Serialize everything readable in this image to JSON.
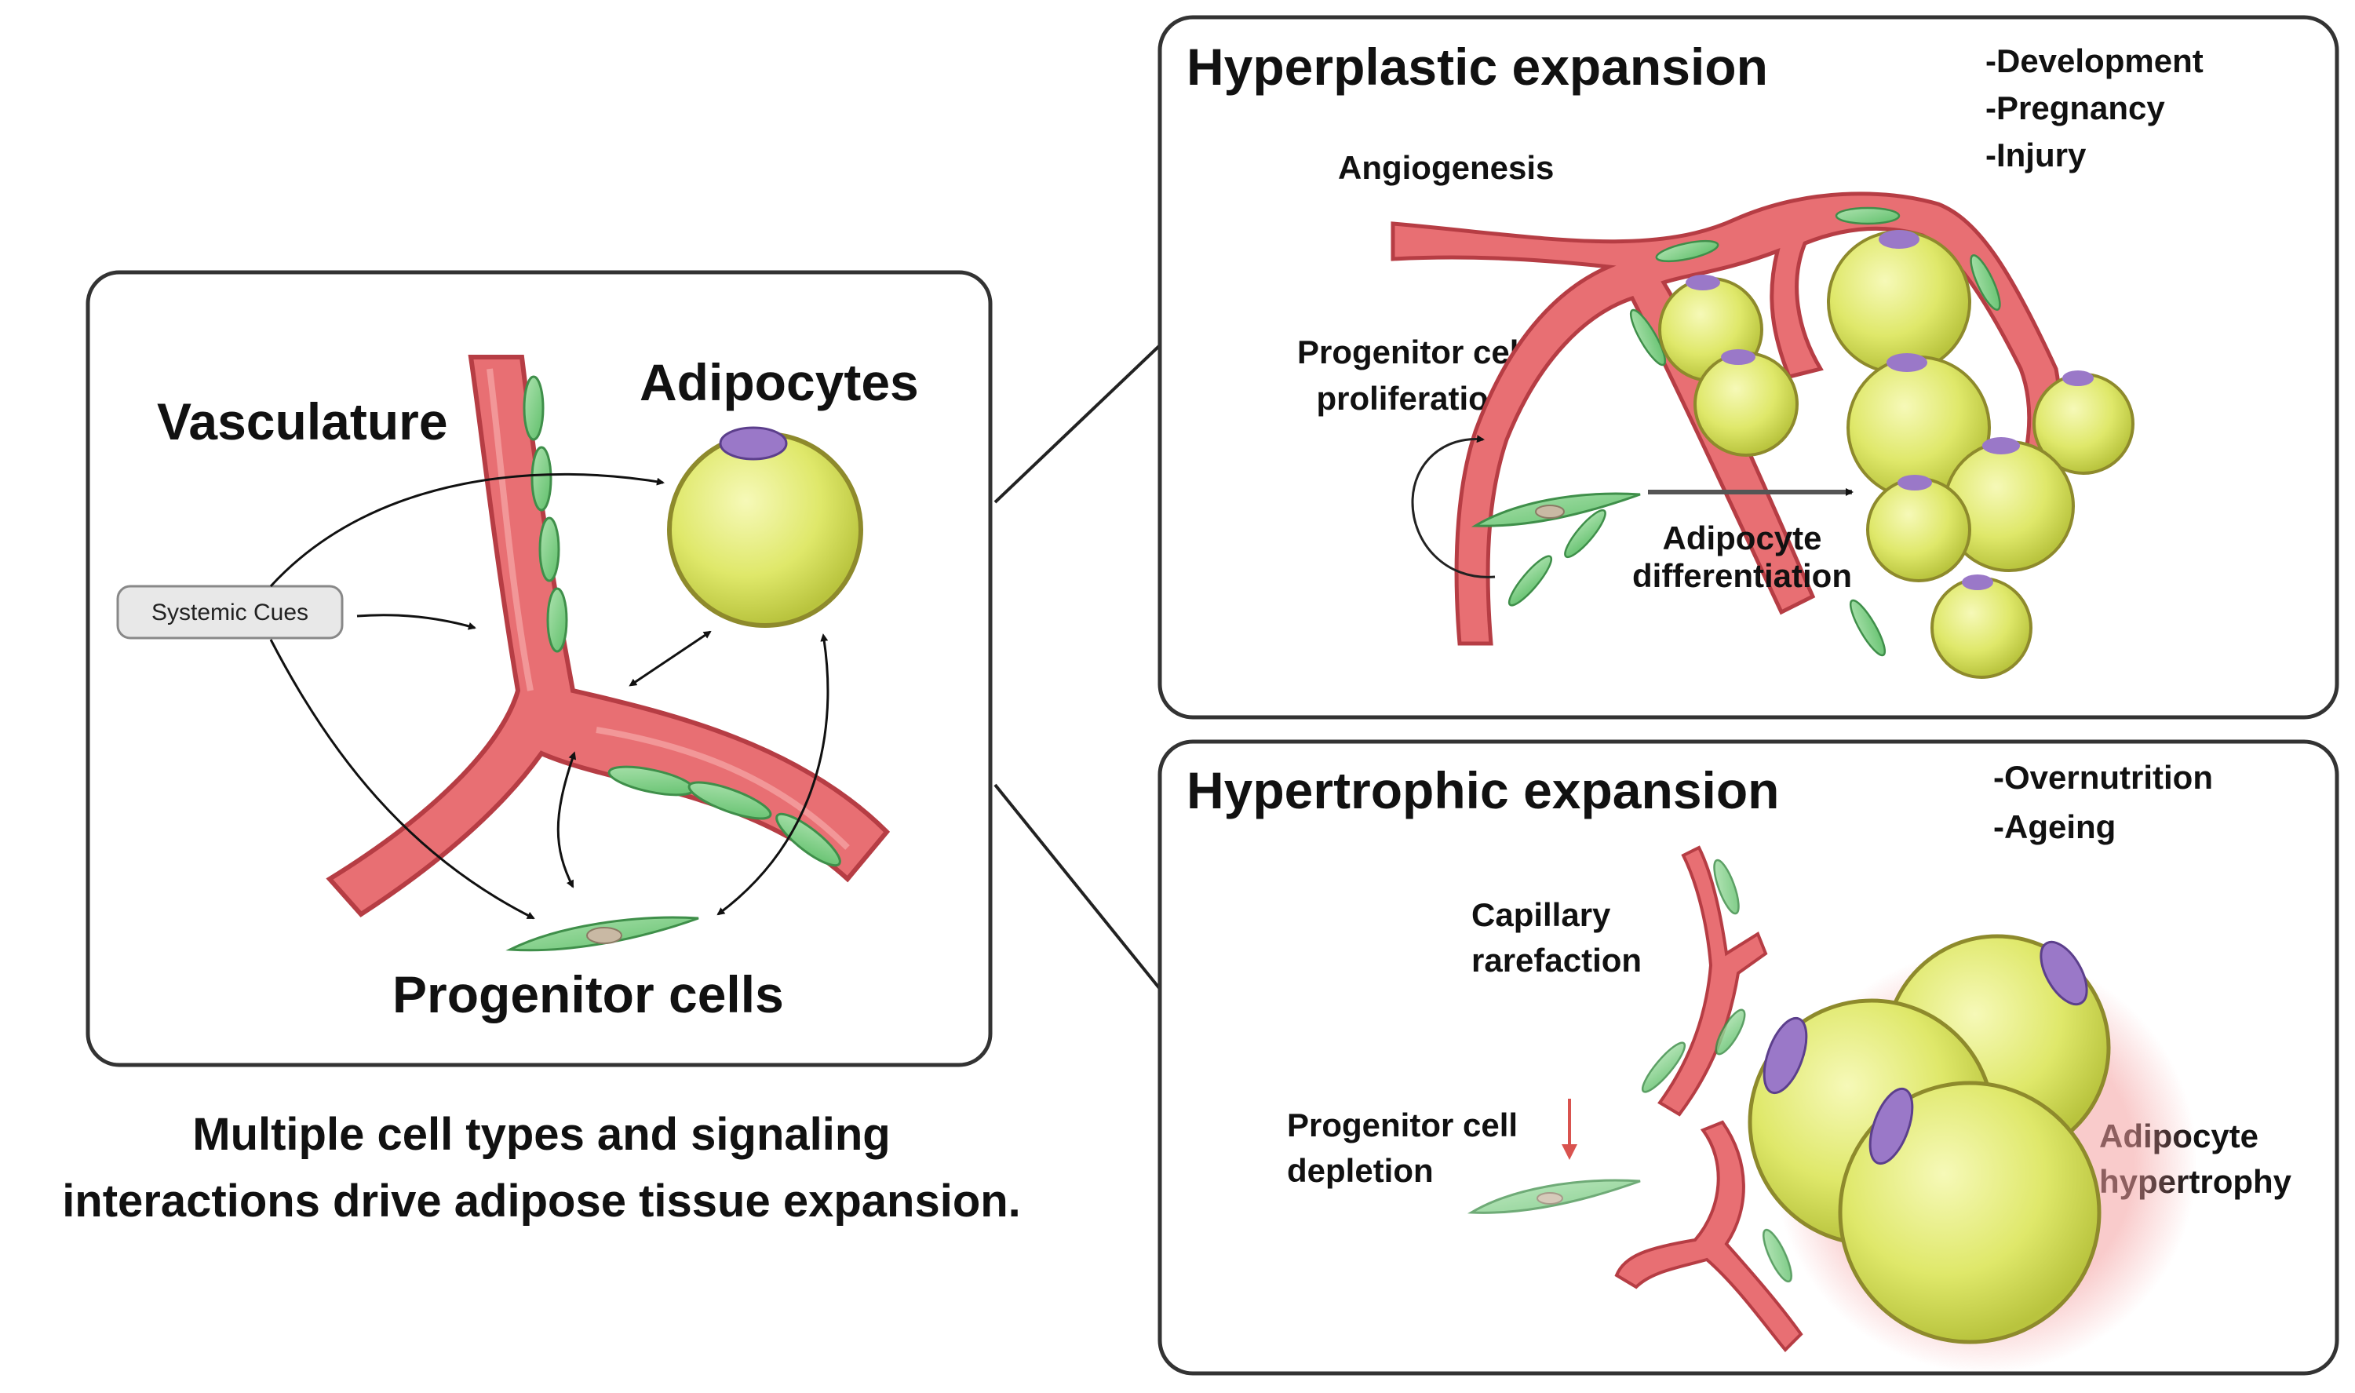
{
  "left_panel": {
    "vasculature": "Vasculature",
    "adipocytes": "Adipocytes",
    "progenitor_cells": "Progenitor cells",
    "systemic_cues": "Systemic Cues"
  },
  "caption": {
    "line1": "Multiple cell types and signaling",
    "line2": "interactions drive adipose tissue expansion."
  },
  "hyperplastic": {
    "title": "Hyperplastic expansion",
    "conditions": [
      "-Development",
      "-Pregnancy",
      "-Injury"
    ],
    "angiogenesis": "Angiogenesis",
    "progenitor_label_1": "Progenitor cell",
    "progenitor_label_2": "proliferation",
    "differentiation_1": "Adipocyte",
    "differentiation_2": "differentiation"
  },
  "hypertrophic": {
    "title": "Hypertrophic  expansion",
    "conditions": [
      "-Overnutrition",
      "-Ageing"
    ],
    "capillary_1": "Capillary",
    "capillary_2": "rarefaction",
    "depletion_1": "Progenitor cell",
    "depletion_2": "depletion",
    "hypertrophy_1": "Adipocyte",
    "hypertrophy_2": "hypertrophy"
  }
}
